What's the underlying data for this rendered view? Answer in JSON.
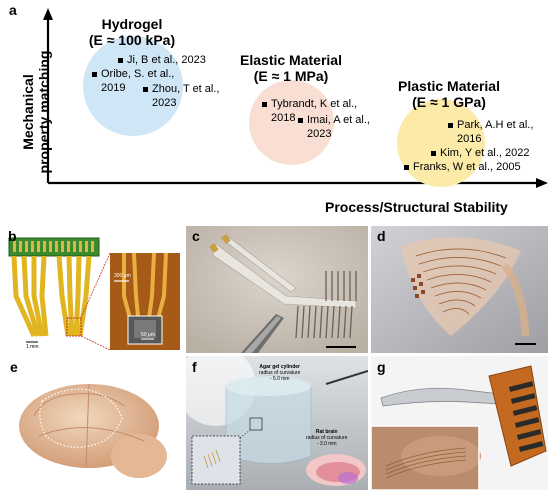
{
  "panel_a": {
    "letter": "a",
    "y_axis_label_line1": "Mechanical",
    "y_axis_label_line2": "property matching",
    "x_axis_label": "Process/Structural Stability",
    "categories": [
      {
        "title_line1": "Hydrogel",
        "title_line2": "(E ≈ 100 kPa)",
        "color": "#cfe6f6",
        "refs": [
          {
            "line1": "Ji, B et al., 2023",
            "line2": ""
          },
          {
            "line1": "Oribe, S. et al.,",
            "line2": "2019"
          },
          {
            "line1": "Zhou, T et al.,",
            "line2": "2023"
          }
        ]
      },
      {
        "title_line1": "Elastic Material",
        "title_line2": "(E ≈ 1 MPa)",
        "color": "#f9ded4",
        "refs": [
          {
            "line1": "Tybrandt, K et al.,",
            "line2": "2018"
          },
          {
            "line1": "Imai, A et al.,",
            "line2": "2023"
          }
        ]
      },
      {
        "title_line1": "Plastic Material",
        "title_line2": "(E ≈ 1 GPa)",
        "color": "#fbeaa8",
        "refs": [
          {
            "line1": "Park, A.H et al.,",
            "line2": "2016"
          },
          {
            "line1": "Kim, Y et al., 2022",
            "line2": ""
          },
          {
            "line1": "Franks, W et al., 2005",
            "line2": ""
          }
        ]
      }
    ]
  },
  "panel_b": {
    "letter": "b",
    "scale_left": "1 mm",
    "scale_right_top": "300 μm",
    "scale_right_inset": "50 μm"
  },
  "panel_c": {
    "letter": "c"
  },
  "panel_d": {
    "letter": "d"
  },
  "panel_e": {
    "letter": "e"
  },
  "panel_f": {
    "letter": "f",
    "agar_line1": "Agar gel cylinder",
    "agar_line2": "radius of curvature",
    "agar_line3": "- 5.0 mm",
    "rat_line1": "Rat brain",
    "rat_line2": "radius of curvature",
    "rat_line3": "- 3.0 mm"
  },
  "panel_g": {
    "letter": "g"
  }
}
